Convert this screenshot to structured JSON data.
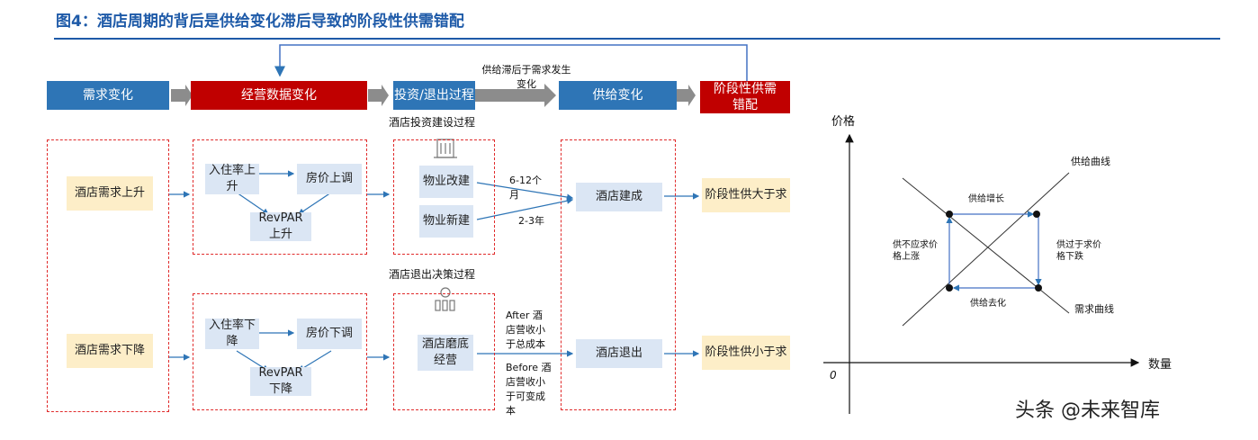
{
  "title": "图4：酒店周期的背后是供给变化滞后导致的阶段性供需错配",
  "header": {
    "demand_change": "需求变化",
    "ops_data_change": "经营数据变化",
    "invest_exit": "投资/退出过程",
    "supply_lag_line1": "供给滞后于需求发生",
    "supply_lag_line2": "变化",
    "supply_change": "供给变化",
    "mismatch_line1": "阶段性供需",
    "mismatch_line2": "错配"
  },
  "upper": {
    "demand_up": "酒店需求上升",
    "occ_up": "入住率上升",
    "price_up": "房价上调",
    "revpar_up_line1": "RevPAR",
    "revpar_up_line2": "上升",
    "build_process": "酒店投资建设过程",
    "renovation": "物业改建",
    "new_build": "物业新建",
    "time_1": "6-12个",
    "time_1b": "月",
    "time_2": "2-3年",
    "hotel_built": "酒店建成",
    "oversupply": "阶段性供大于求"
  },
  "lower": {
    "exit_process": "酒店退出决策过程",
    "demand_down": "酒店需求下降",
    "occ_down": "入住率下降",
    "price_down": "房价下调",
    "revpar_down_line1": "RevPAR",
    "revpar_down_line2": "下降",
    "grind": "酒店磨底经营",
    "after_1": "After 酒",
    "after_2": "店营收小",
    "after_3": "于总成本",
    "before_1": "Before 酒",
    "before_2": "店营收小",
    "before_3": "于可变成",
    "before_4": "本",
    "hotel_exit": "酒店退出",
    "undersupply": "阶段性供小于求"
  },
  "graph": {
    "y_label": "价格",
    "x_label": "数量",
    "origin": "0",
    "supply_curve": "供给曲线",
    "demand_curve": "需求曲线",
    "supply_growth": "供给增长",
    "supply_destock": "供给去化",
    "price_up_label_1": "供不应求价",
    "price_up_label_2": "格上涨",
    "price_down_label_1": "供过于求价",
    "price_down_label_2": "格下跌"
  },
  "watermark": "头条 @未来智库"
}
